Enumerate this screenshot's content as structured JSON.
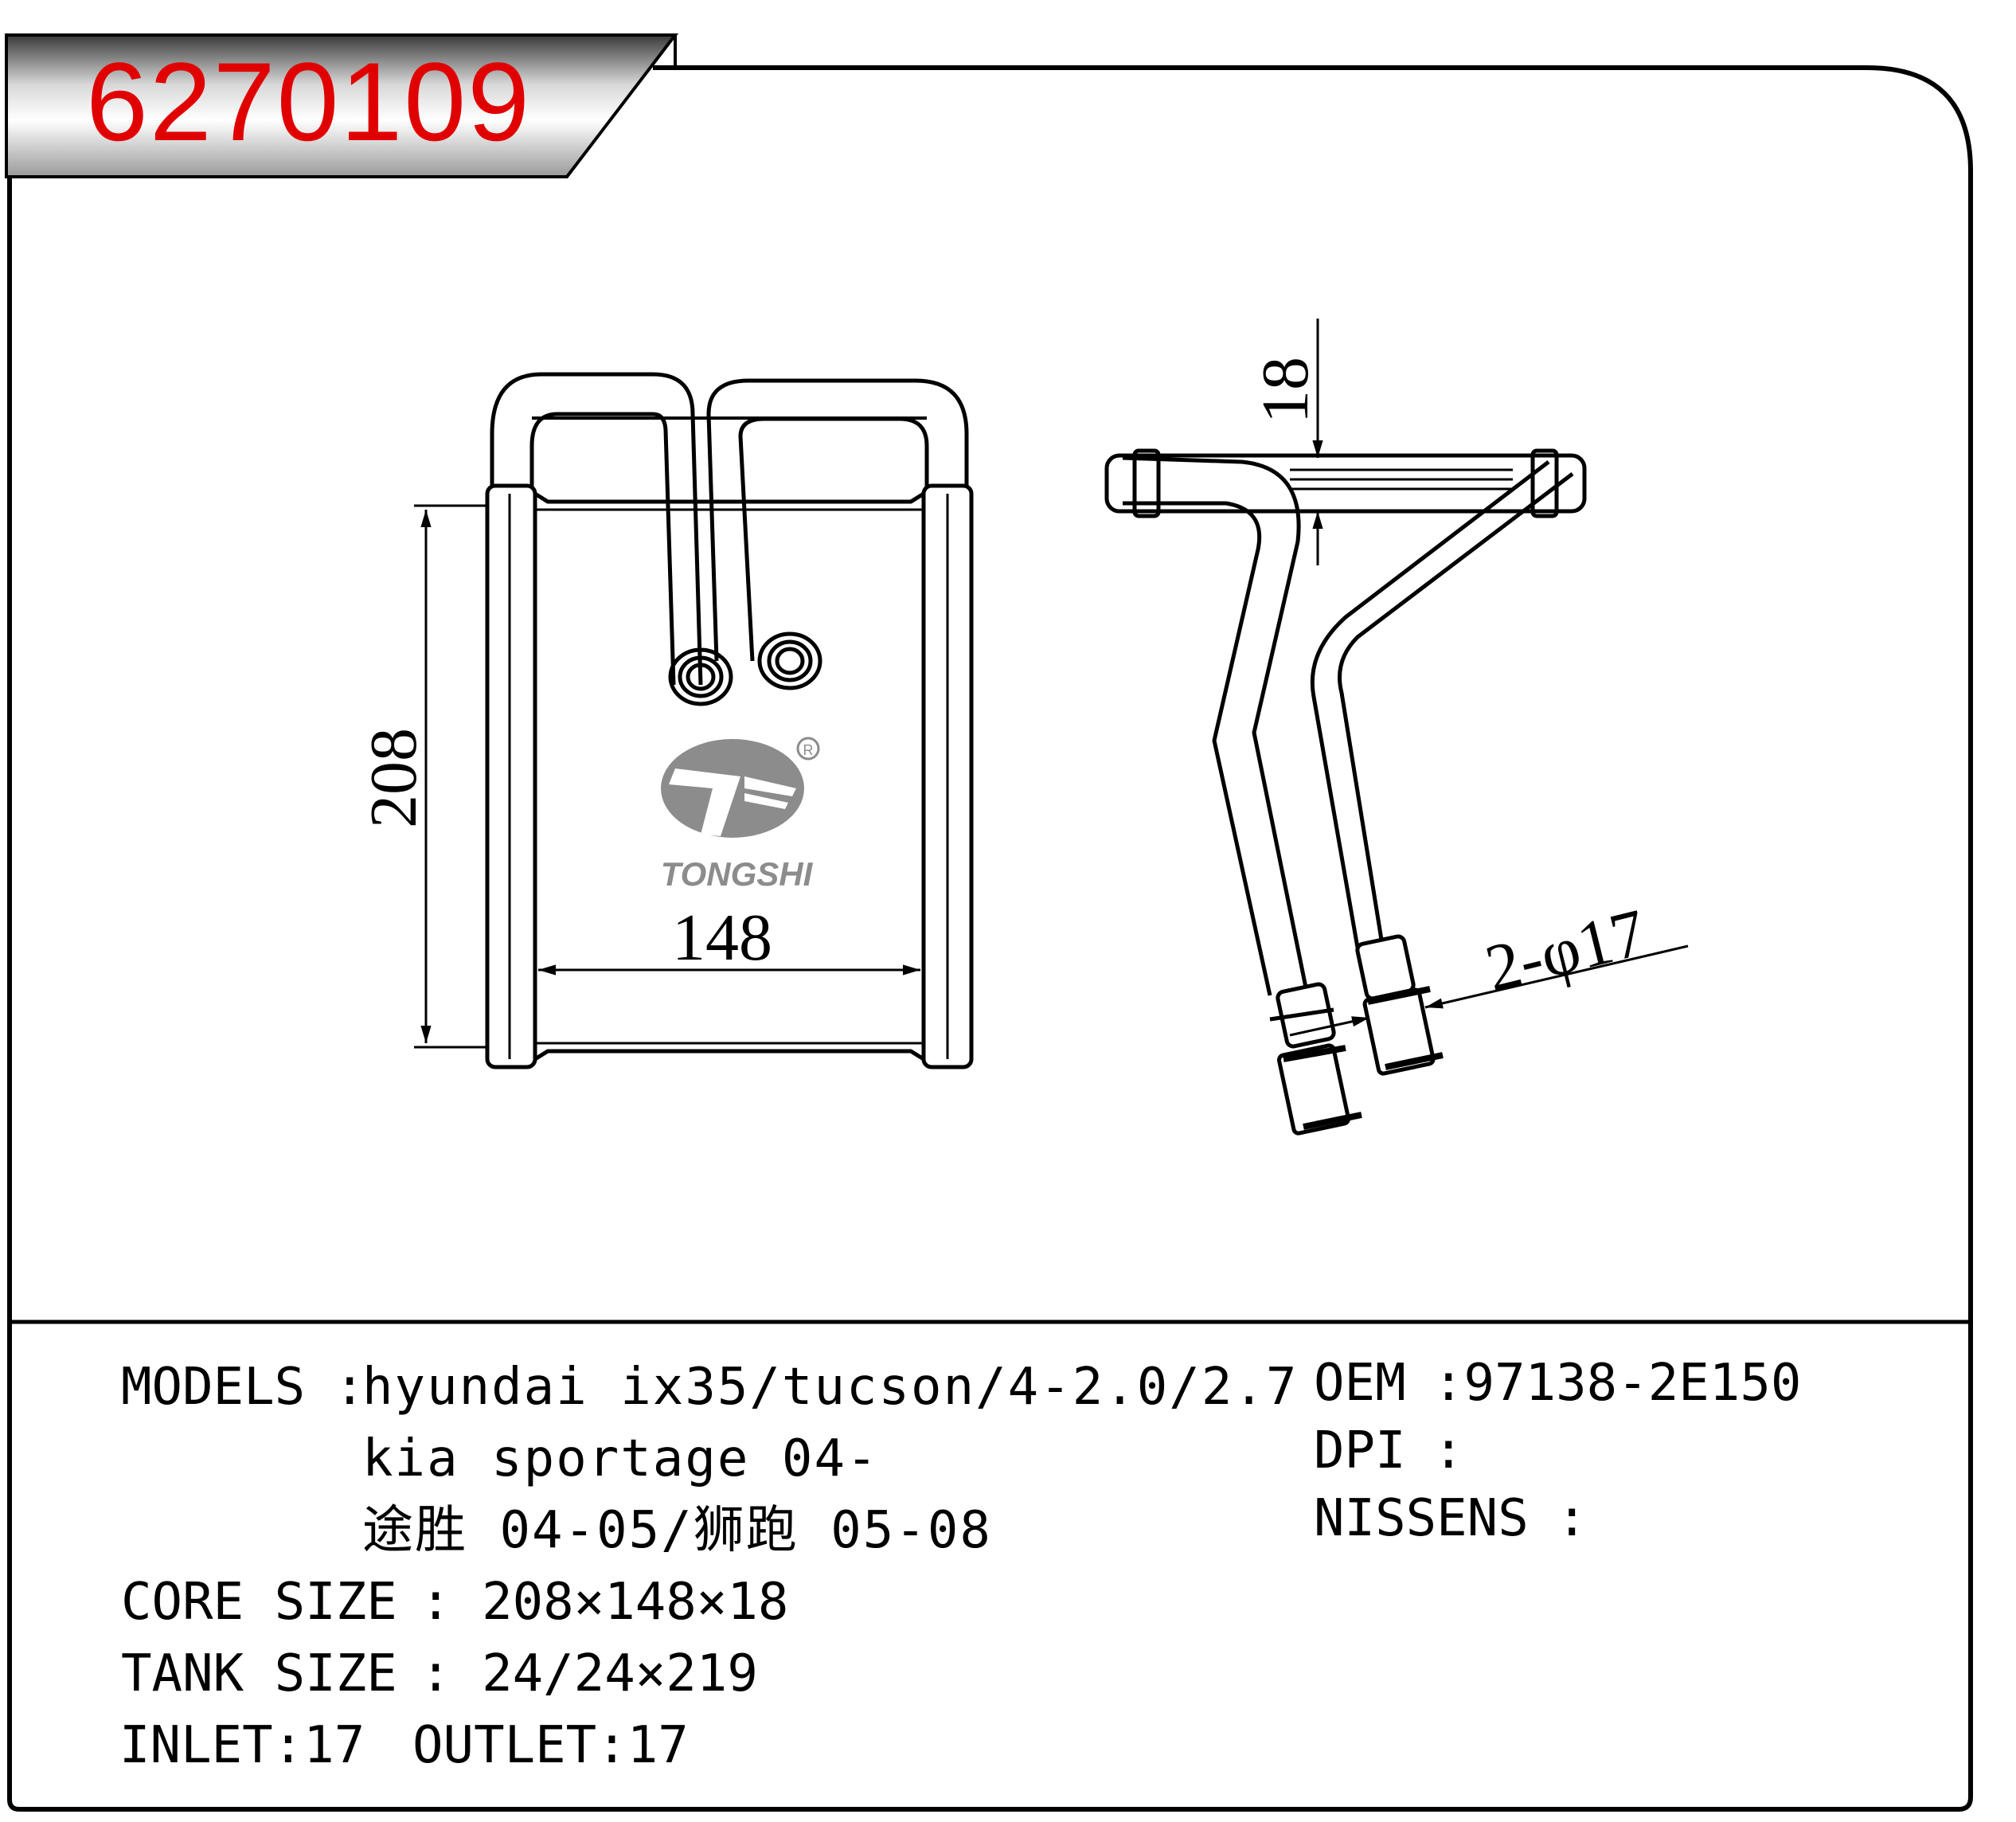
{
  "part_number": "6270109",
  "brand": {
    "name": "TONGSHI",
    "registered_mark": "R"
  },
  "dimensions": {
    "height": "208",
    "width": "148",
    "thickness": "18",
    "pipe": "2-φ17"
  },
  "specs": {
    "models_label": "MODELS",
    "models_separator": ":",
    "models_lines": [
      "hyundai ix35/tucson/4-2.0/2.7",
      "kia sportage 04-",
      "途胜 04-05/狮跑 05-08"
    ],
    "core_size_label": "CORE SIZE",
    "core_size_value": ": 208×148×18",
    "tank_size_label": "TANK SIZE",
    "tank_size_value": ": 24/24×219",
    "inlet": "INLET:17",
    "outlet": "OUTLET:17",
    "oem_label": "OEM",
    "oem_value": ":97138-2E150",
    "dpi_label": "DPI",
    "dpi_value": ":",
    "nissens_label": "NISSENS",
    "nissens_value": ":"
  }
}
